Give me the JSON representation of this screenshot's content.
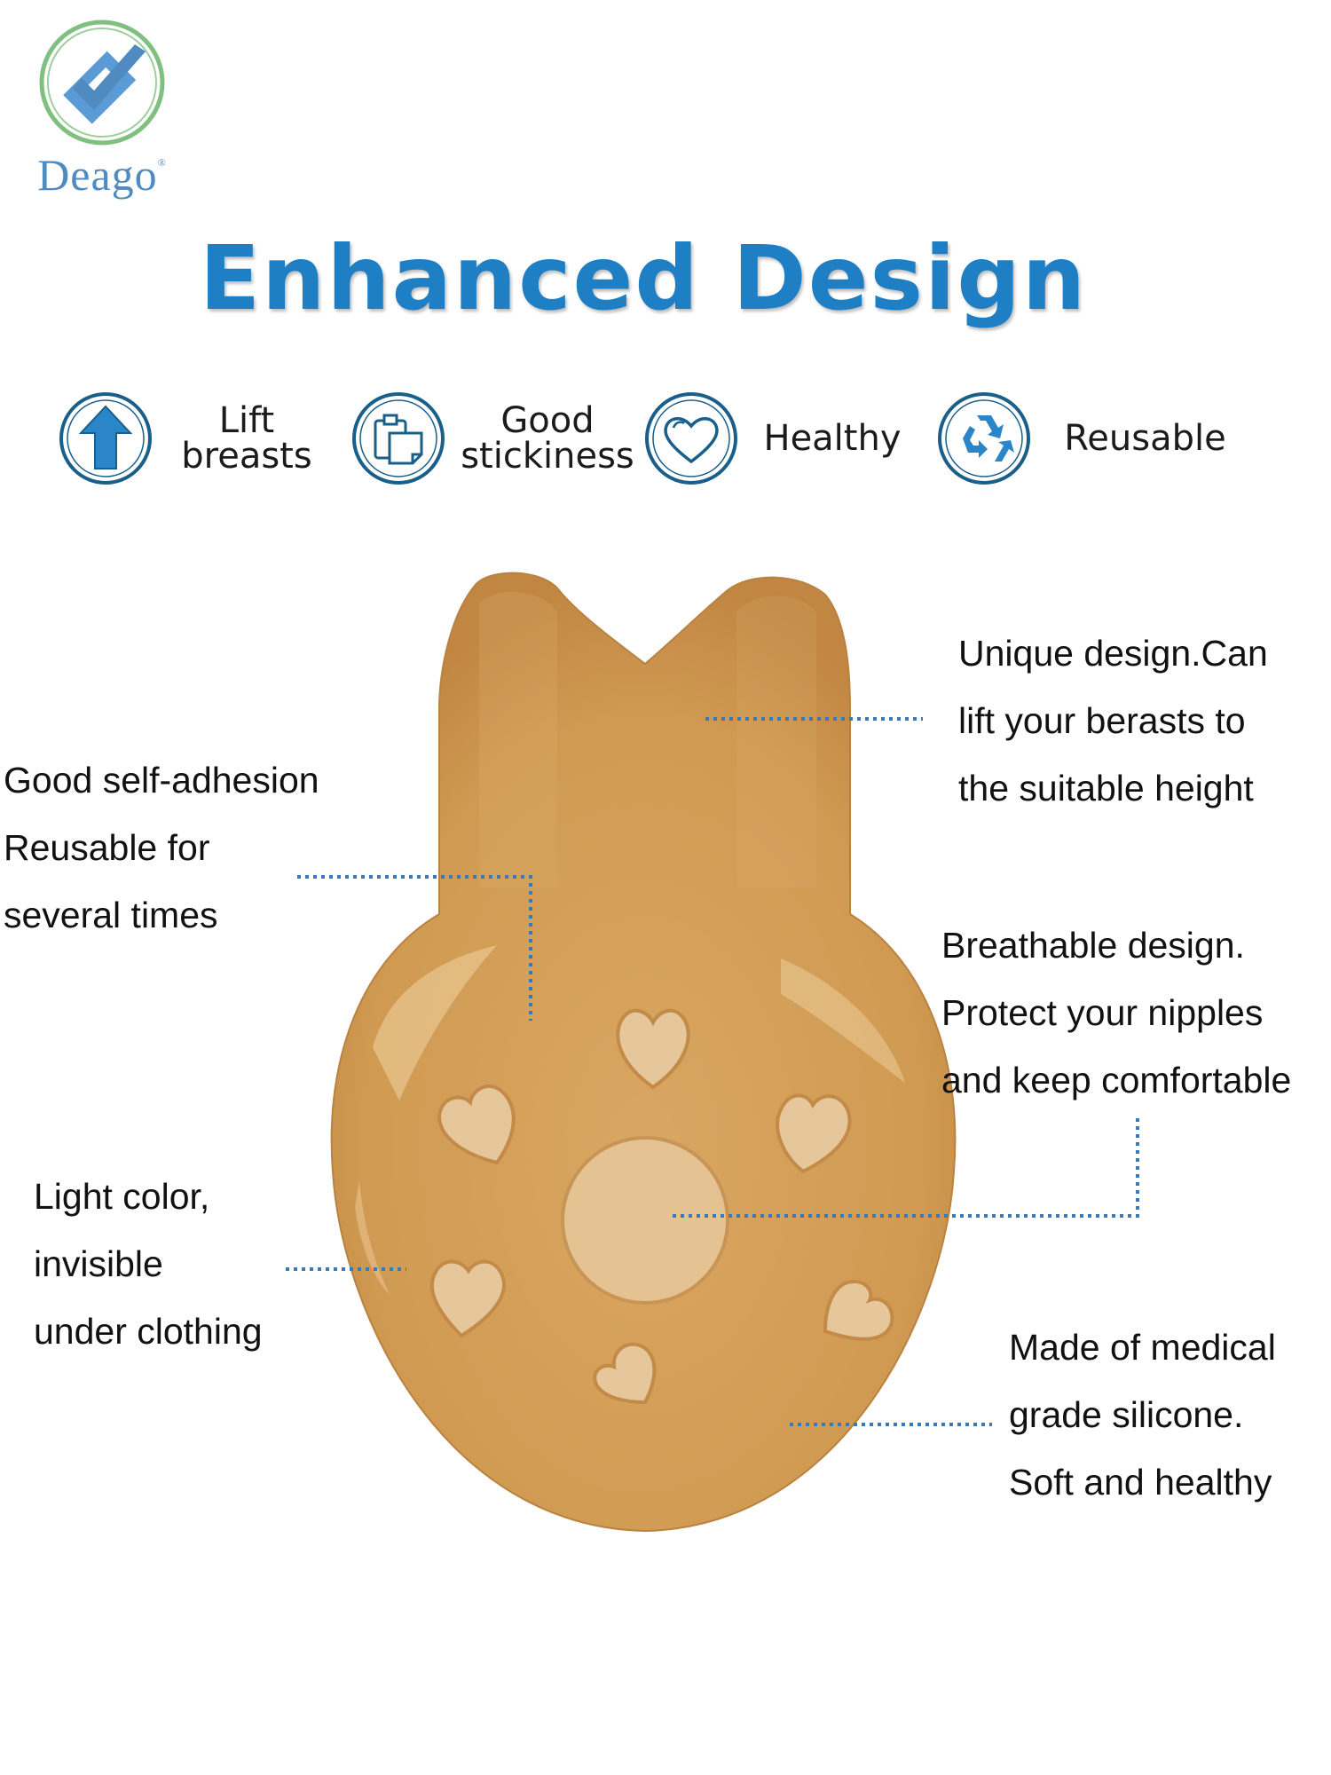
{
  "brand": {
    "name": "Deago",
    "mark": "®",
    "logo_icon": "checkmark-badge-icon",
    "colors": {
      "ring": "#7fbf7f",
      "check": "#5b9bd5",
      "text": "#4f8ac0"
    }
  },
  "headline": "Enhanced Design",
  "features": [
    {
      "icon": "arrow-up-icon",
      "label": "Lift\nbreasts"
    },
    {
      "icon": "clipboard-icon",
      "label": "Good\nstickiness"
    },
    {
      "icon": "heart-icon",
      "label": "Healthy"
    },
    {
      "icon": "recycle-icon",
      "label": "Reusable"
    }
  ],
  "callouts": {
    "unique_design": [
      "Unique design.Can",
      "lift your berasts to",
      "the suitable height"
    ],
    "self_adhesion": [
      "Good self-adhesion",
      "Reusable for",
      "several times"
    ],
    "breathable": [
      "Breathable design.",
      "Protect your nipples",
      "and keep comfortable"
    ],
    "light_color": [
      "Light color,",
      "invisible",
      "under clothing"
    ],
    "medical_grade": [
      "Made of medical",
      "grade silicone.",
      "Soft and healthy"
    ]
  },
  "colors": {
    "accent": "#1e7fc4",
    "icon_ring": "#1a5f8a",
    "leader_line": "#3a78b8",
    "silicone": "#d6a35c",
    "silicone_dark": "#c28a45",
    "silicone_pad": "#e6c79b"
  }
}
